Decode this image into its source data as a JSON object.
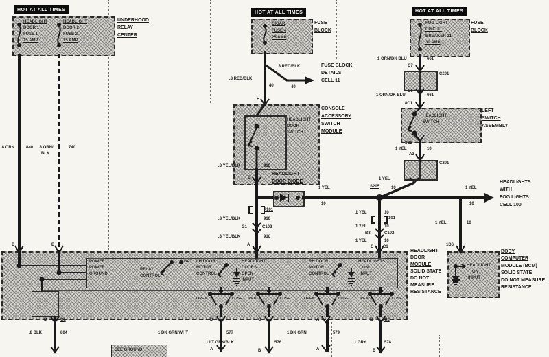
{
  "hot_left": "HOT AT ALL TIMES",
  "hot_mid": "HOT AT ALL TIMES",
  "hot_right": "HOT AT ALL TIMES",
  "underhood": {
    "label": [
      "UNDERHOOD",
      "RELAY",
      "CENTER"
    ],
    "fuse1": [
      "HEADLIGHT",
      "DOOR 1",
      "FUSE 1",
      "15 AMP"
    ],
    "fuse2": [
      "HEADLIGHT",
      "DOOR 2",
      "FUSE 2",
      "15 AMP"
    ]
  },
  "fuse_block_mid": {
    "label": [
      "FUSE",
      "BLOCK"
    ],
    "fuse": [
      "CIGAR",
      "FUSE 4",
      "25 AMP"
    ]
  },
  "fuse_block_right": {
    "label": [
      "FUSE",
      "BLOCK"
    ],
    "breaker": [
      "FOG LIGHT",
      "CIRCUIT",
      "BREAKER 21",
      "30 AMP"
    ]
  },
  "fuse_details": [
    "FUSE BLOCK",
    "DETAILS",
    "CELL 11"
  ],
  "headlights_ref": [
    "HEADLIGHTS",
    "WITH",
    "FOG LIGHTS",
    "CELL 100"
  ],
  "console": {
    "label": [
      "CONSOLE",
      "ACCESSORY",
      "SWITCH",
      "MODULE"
    ],
    "switch": [
      "HEADLIGHT",
      "DOOR",
      "SWITCH"
    ]
  },
  "left_switch": {
    "label": [
      "LEFT",
      "SWITCH",
      "ASSEMBLY"
    ],
    "switch": [
      "HEADLIGHT",
      "SWITCH"
    ]
  },
  "diode_label": [
    "HEADLIGHT",
    "DOOR DIODE"
  ],
  "see_ground": "SEE GROUND",
  "module": {
    "label": [
      "HEADLIGHT",
      "DOOR",
      "MODULE",
      "SOLID STATE",
      "DO NOT",
      "MEASURE",
      "RESISTANCE"
    ],
    "power": [
      "POWER",
      "POWER",
      "GROUND"
    ],
    "relay": [
      "RELAY",
      "CONTROL"
    ],
    "bat": "BAT",
    "lh": [
      "LH DOOR",
      "MOTOR",
      "CONTROL"
    ],
    "doors_open": [
      "HEADLIGHT",
      "DOORS",
      "OPEN",
      "INPUT"
    ],
    "rh": [
      "RH DOOR",
      "MOTOR",
      "CONTROL"
    ],
    "hl_on": [
      "HEADLIGHTS",
      "ON",
      "INPUT"
    ],
    "sw": [
      "OPEN",
      "CLOSE",
      "OPEN",
      "CLOSE",
      "OPEN",
      "CLOSE",
      "OPEN",
      "CLOSE"
    ]
  },
  "bcm": {
    "label": [
      "BODY",
      "COMPUTER",
      "MODULE (BCM)",
      "SOLID STATE",
      "DO NOT MEASURE",
      "RESISTANCE"
    ],
    "input": [
      "HEADLIGHT",
      "ON",
      "INPUT"
    ]
  },
  "wires": {
    "orn": {
      "label": ".8 ORN",
      "circuit": "840"
    },
    "ornblk": {
      "label1": ".8 ORN/",
      "label2": "BLK",
      "circuit": "740"
    },
    "redblk": {
      "label": ".8 RED/BLK",
      "circuit": "40"
    },
    "yelblk": {
      "label": ".8 YEL/BLK",
      "circuit": "910"
    },
    "yel": {
      "label": "1 YEL",
      "circuit": "10"
    },
    "ornblu": {
      "label": "1 ORN/DK BLU",
      "circuit": "661"
    },
    "blk": {
      "label": ".8 BLK",
      "circuit": "804"
    },
    "dkgrnwht": {
      "label": "1 DK GRN/WHT",
      "circuit": "577"
    },
    "ltgrnblk": {
      "label": "1 LT GRN/BLK",
      "circuit": "576"
    },
    "dkgrn": {
      "label": "1 DK GRN",
      "circuit": "579"
    },
    "gry": {
      "label": "1 GRY",
      "circuit": "578"
    }
  },
  "connectors": {
    "p101": "P101",
    "c102": "C102",
    "c201": "C201",
    "c1": "C1",
    "c2": "C2",
    "s205": "S205"
  },
  "pins": {
    "underhood_b": "B",
    "underhood_e": "E",
    "h": "H",
    "g": "G",
    "a": "A",
    "c7": "C7",
    "c6": "C6",
    "sw_c1": "8C1",
    "sw_c2": "8C2",
    "a3": "A3",
    "a10": "A10",
    "bcm_1d6": "1D6",
    "c102a": "G1",
    "c102b": "B3",
    "c1_top": "C",
    "c1_bot": "D",
    "c2": "B",
    "m577_top": "D",
    "m577_bot": "A",
    "m576_top": "C",
    "m576_bot": "B",
    "m579_top": "A",
    "m579_bot": "A",
    "m578_bot": "B"
  },
  "colors": {
    "ink": "#1b1b1b",
    "paper": "#f6f5f0",
    "hatch": "#d7d5cf"
  }
}
